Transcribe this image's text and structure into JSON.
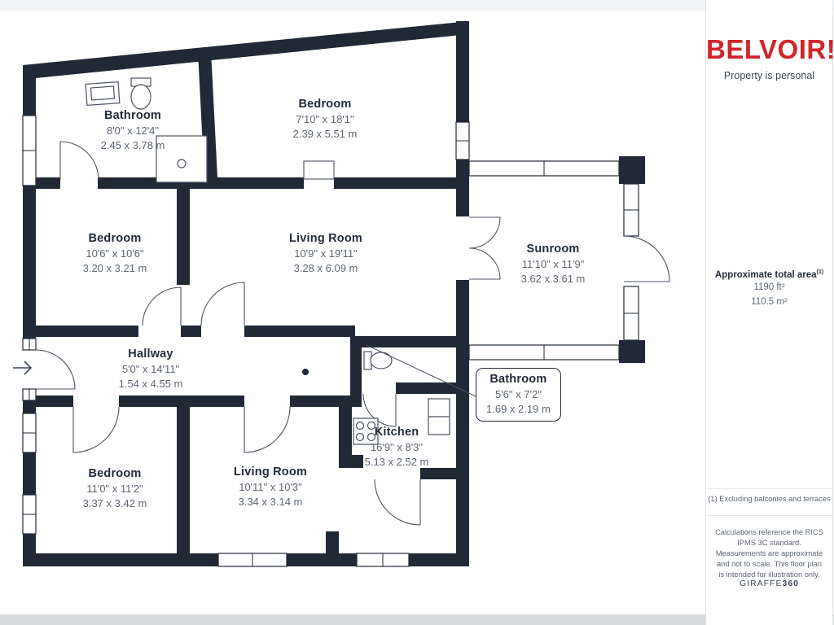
{
  "brand": {
    "logo": "BELVOIR!",
    "logo_color": "#d2242b",
    "tagline": "Property is personal"
  },
  "sidebar": {
    "area": {
      "title": "Approximate total area",
      "sup": "(1)",
      "imperial": "1190 ft²",
      "metric": "110.5 m²"
    },
    "footnote": "(1) Excluding balconies and terraces",
    "disclaimer": "Calculations reference the RICS IPMS 3C standard. Measurements are approximate and not to scale. This floor plan is intended for illustration only.",
    "provider": {
      "name": "GIRAFFE",
      "suffix": "360"
    }
  },
  "rooms": [
    {
      "id": "bathroom-top",
      "name": "Bathroom",
      "imperial": "8'0\" x 12'4\"",
      "metric": "2.45 x 3.78 m"
    },
    {
      "id": "bedroom-top",
      "name": "Bedroom",
      "imperial": "7'10\" x 18'1\"",
      "metric": "2.39 x 5.51 m"
    },
    {
      "id": "bedroom-left",
      "name": "Bedroom",
      "imperial": "10'6\" x 10'6\"",
      "metric": "3.20 x 3.21 m"
    },
    {
      "id": "living-room-main",
      "name": "Living Room",
      "imperial": "10'9\" x 19'11\"",
      "metric": "3.28 x 6.09 m"
    },
    {
      "id": "sunroom",
      "name": "Sunroom",
      "imperial": "11'10\" x 11'9\"",
      "metric": "3.62 x 3.61 m"
    },
    {
      "id": "hallway",
      "name": "Hallway",
      "imperial": "5'0\" x 14'11\"",
      "metric": "1.54 x 4.55 m"
    },
    {
      "id": "bathroom-small",
      "name": "Bathroom",
      "imperial": "5'6\" x 7'2\"",
      "metric": "1.69 x 2.19 m"
    },
    {
      "id": "kitchen",
      "name": "Kitchen",
      "imperial": "16'9\" x 8'3\"",
      "metric": "5.13 x 2.52 m"
    },
    {
      "id": "bedroom-bottom",
      "name": "Bedroom",
      "imperial": "11'0\" x 11'2\"",
      "metric": "3.37 x 3.42 m"
    },
    {
      "id": "living-room-bottom",
      "name": "Living Room",
      "imperial": "10'11\" x 10'3\"",
      "metric": "3.34 x 3.14 m"
    }
  ],
  "colors": {
    "wall": "#212836",
    "line": "#4a5160",
    "divider": "#e4e4e6"
  },
  "icons": {
    "entry_arrow": "right-arrow"
  }
}
